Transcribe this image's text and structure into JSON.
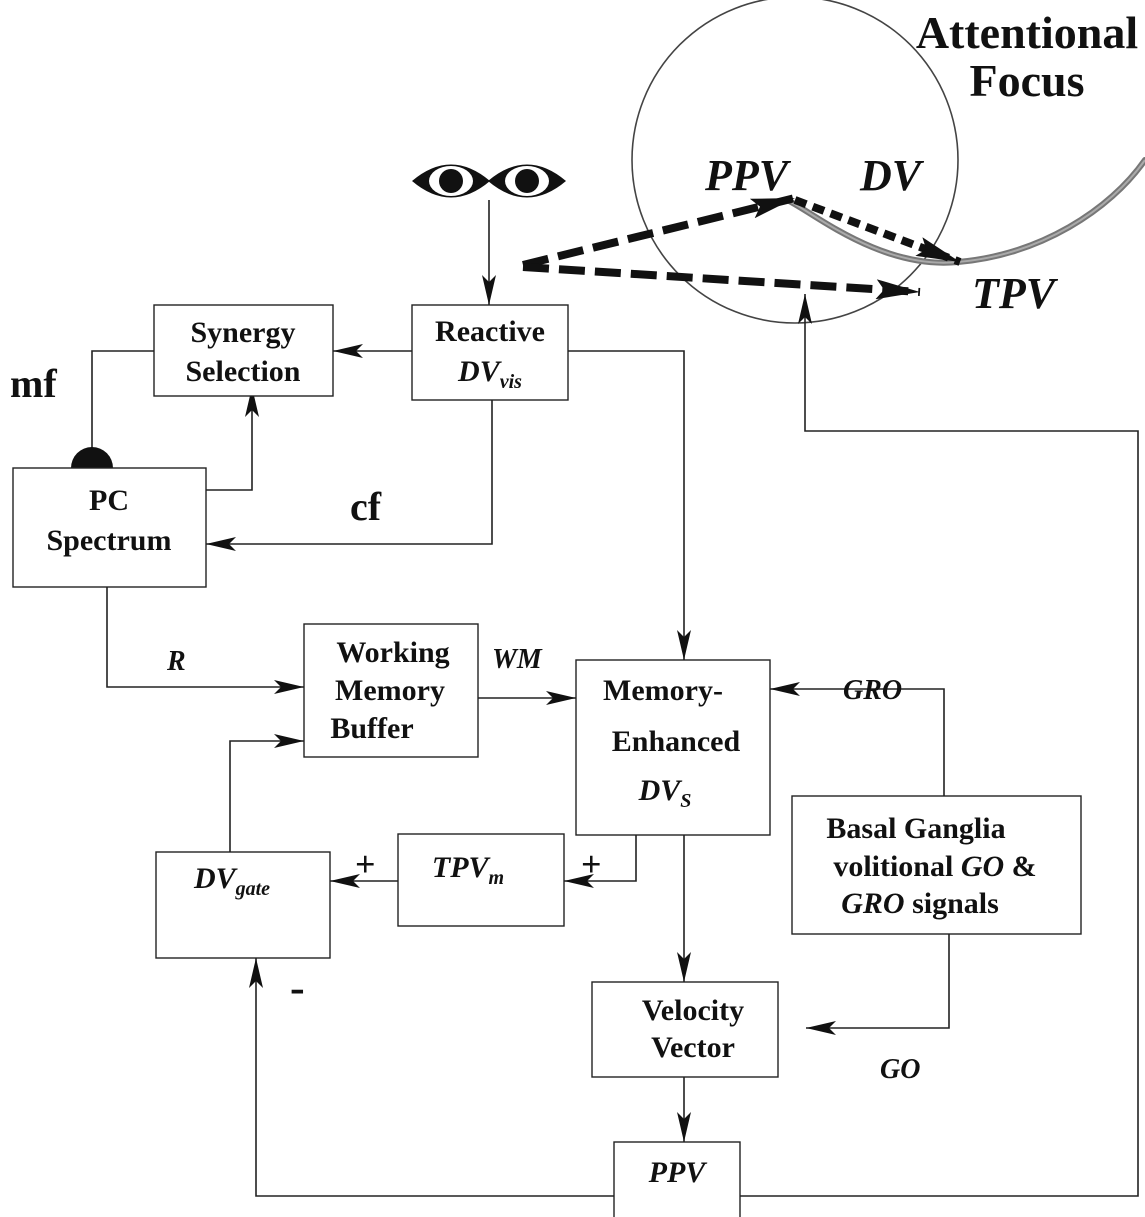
{
  "title": {
    "line1": "Attentional",
    "line2": "Focus"
  },
  "vectors": {
    "ppv": "PPV",
    "dv": "DV",
    "tpv": "TPV"
  },
  "boxes": {
    "synergy": {
      "line1": "Synergy",
      "line2": "Selection"
    },
    "reactive": {
      "line1": "Reactive",
      "main": "DV",
      "sub": "vis"
    },
    "pc": {
      "line1": "PC",
      "line2": "Spectrum"
    },
    "working_memory": {
      "line1": "Working",
      "line2": "Memory",
      "line3": "Buffer"
    },
    "memory_enhanced": {
      "line1": "Memory-",
      "line2": "Enhanced",
      "main": "DV",
      "sub": "S"
    },
    "basal_ganglia": {
      "line1": "Basal Ganglia",
      "line2a": "volitional ",
      "line2b": "GO",
      "line2c": " &",
      "line3a": "GRO",
      "line3b": " signals"
    },
    "dv_gate": {
      "main": "DV",
      "sub": "gate"
    },
    "tpv_m": {
      "main": "TPV",
      "sub": "m"
    },
    "velocity": {
      "line1": "Velocity",
      "line2": "Vector"
    },
    "ppv_box": "PPV"
  },
  "labels": {
    "mf": "mf",
    "cf": "cf",
    "r": "R",
    "wm": "WM",
    "gro": "GRO",
    "go": "GO",
    "plus_left": "+",
    "plus_right": "+",
    "minus": "-"
  },
  "icons": {
    "eyes": "eyes-icon"
  }
}
